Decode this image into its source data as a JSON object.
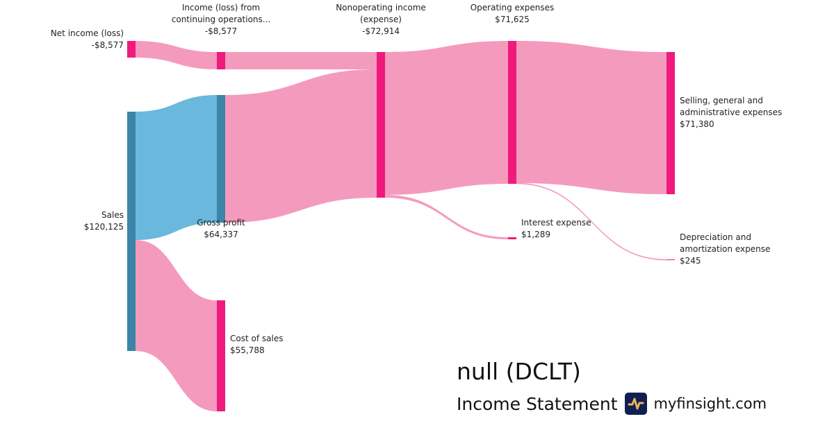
{
  "chart_data": {
    "type": "sankey",
    "nodes": [
      {
        "id": "net",
        "label": "Net income (loss)",
        "value_label": "-$8,577",
        "value": -8577,
        "color": "#f0197d"
      },
      {
        "id": "sales",
        "label": "Sales",
        "value_label": "$120,125",
        "value": 120125,
        "color": "#3c84a8"
      },
      {
        "id": "cont",
        "label": "Income (loss) from continuing operations...",
        "label_lines": [
          "Income (loss) from",
          "continuing operations..."
        ],
        "value_label": "-$8,577",
        "value": -8577,
        "color": "#f0197d"
      },
      {
        "id": "gp",
        "label": "Gross profit",
        "value_label": "$64,337",
        "value": 64337,
        "color": "#3c84a8"
      },
      {
        "id": "cos",
        "label": "Cost of sales",
        "value_label": "$55,788",
        "value": 55788,
        "color": "#f0197d"
      },
      {
        "id": "nonop",
        "label": "Nonoperating income (expense)",
        "label_lines": [
          "Nonoperating income",
          "(expense)"
        ],
        "value_label": "-$72,914",
        "value": -72914,
        "color": "#f0197d"
      },
      {
        "id": "opex",
        "label": "Operating expenses",
        "value_label": "$71,625",
        "value": 71625,
        "color": "#f0197d"
      },
      {
        "id": "int",
        "label": "Interest expense",
        "value_label": "$1,289",
        "value": 1289,
        "color": "#f0197d"
      },
      {
        "id": "sga",
        "label": "Selling, general and administrative expenses",
        "label_lines": [
          "Selling, general and",
          "administrative expenses"
        ],
        "value_label": "$71,380",
        "value": 71380,
        "color": "#f0197d"
      },
      {
        "id": "da",
        "label": "Depreciation and amortization expense",
        "label_lines": [
          "Depreciation and",
          "amortization expense"
        ],
        "value_label": "$245",
        "value": 245,
        "color": "#f0197d"
      }
    ],
    "links": [
      {
        "source": "net",
        "target": "cont",
        "value": 8577,
        "color": "#f49bbd"
      },
      {
        "source": "sales",
        "target": "gp",
        "value": 64337,
        "color": "#6ab8dd"
      },
      {
        "source": "sales",
        "target": "cos",
        "value": 55788,
        "color": "#f49bbd"
      },
      {
        "source": "cont",
        "target": "nonop",
        "value": 8577,
        "color": "#f49bbd"
      },
      {
        "source": "gp",
        "target": "nonop",
        "value": 64337,
        "color": "#f49bbd"
      },
      {
        "source": "nonop",
        "target": "opex",
        "value": 71625,
        "color": "#f49bbd"
      },
      {
        "source": "nonop",
        "target": "int",
        "value": 1289,
        "color": "#f49bbd"
      },
      {
        "source": "opex",
        "target": "sga",
        "value": 71380,
        "color": "#f49bbd"
      },
      {
        "source": "opex",
        "target": "da",
        "value": 245,
        "color": "#f49bbd"
      }
    ]
  },
  "footer": {
    "title": "null (DCLT)",
    "subtitle": "Income Statement",
    "site": "myfinsight.com"
  }
}
